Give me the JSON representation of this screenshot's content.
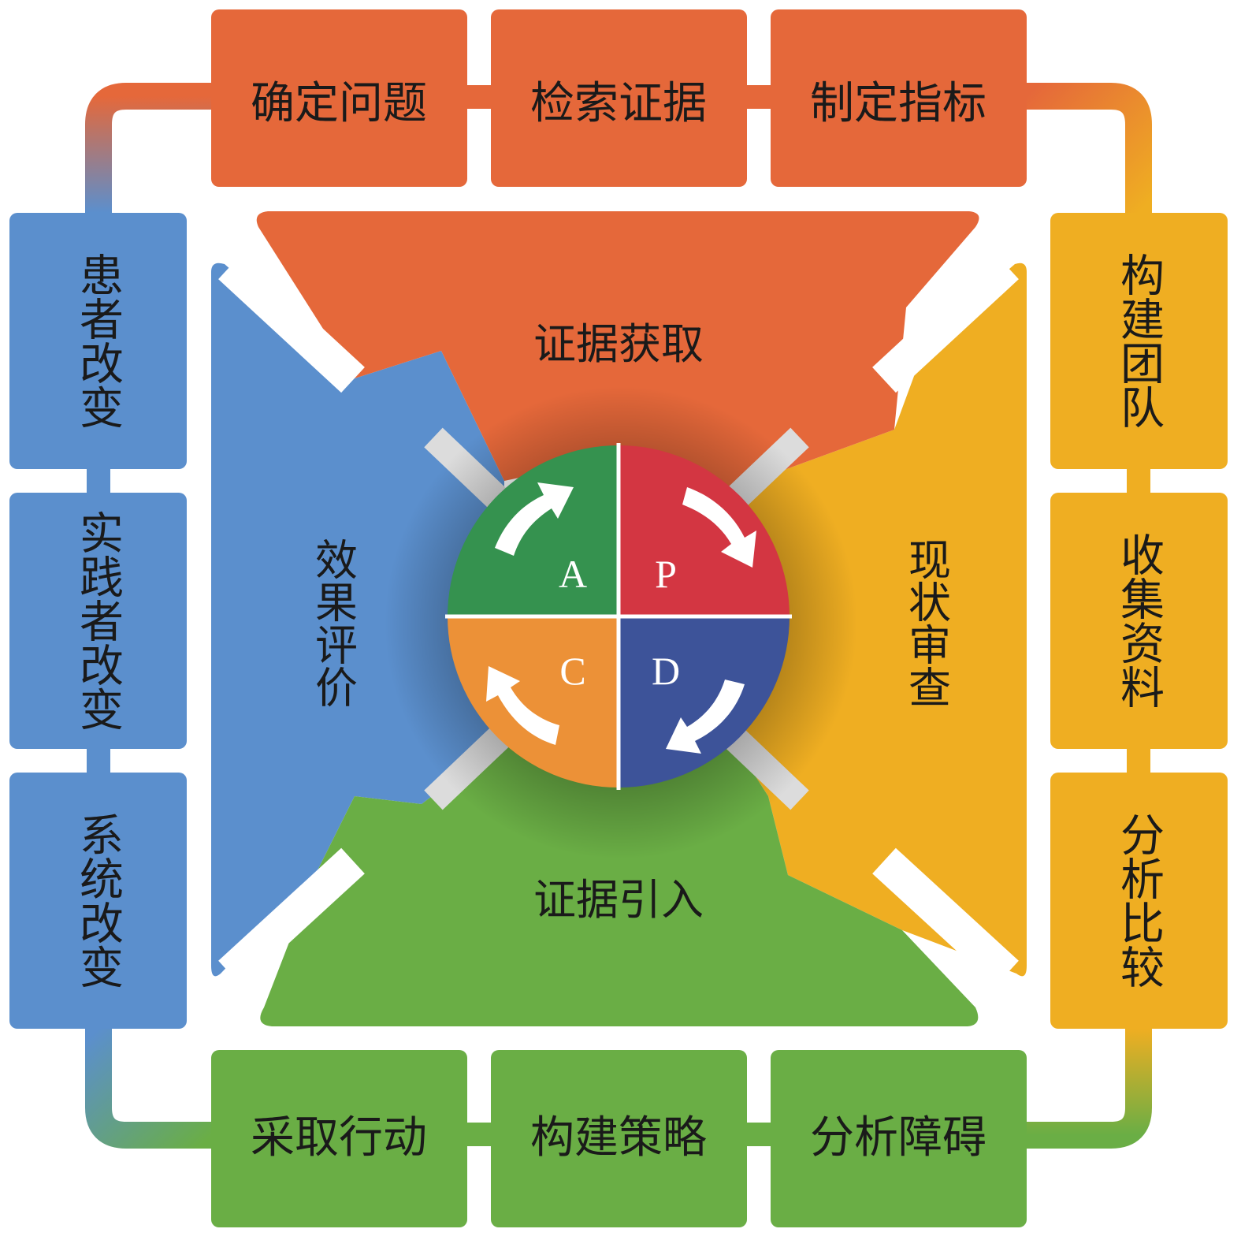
{
  "colors": {
    "orange_red": "#E5683A",
    "blue": "#5B8FCD",
    "yellow": "#EFAE22",
    "green": "#6AAE45",
    "cycle_A": "#35924F",
    "cycle_P": "#D33642",
    "cycle_D": "#3D5399",
    "cycle_C": "#EC9137"
  },
  "top_steps": [
    "确定问题",
    "检索证据",
    "制定指标"
  ],
  "bottom_steps": [
    "采取行动",
    "构建策略",
    "分析障碍"
  ],
  "left_steps": [
    "患者改变",
    "实践者改变",
    "系统改变"
  ],
  "right_steps": [
    "构建团队",
    "收集资料",
    "分析比较"
  ],
  "zones": {
    "top": "证据获取",
    "bottom": "证据引入",
    "left": "效果评价",
    "right": "现状审查"
  },
  "cycle": {
    "top_left": "A",
    "top_right": "P",
    "bottom_right": "D",
    "bottom_left": "C"
  }
}
